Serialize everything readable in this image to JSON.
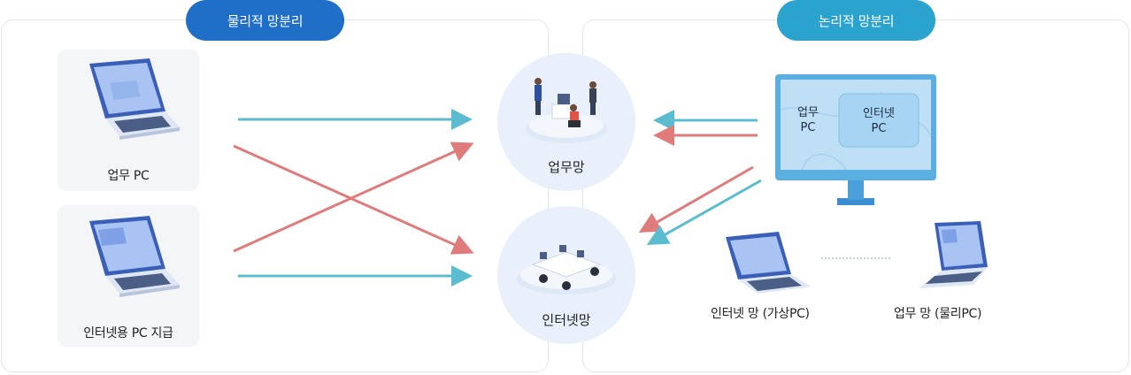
{
  "left_panel": {
    "header": "물리적 망분리",
    "cards": [
      {
        "label": "업무 PC",
        "icon": "laptop-icon"
      },
      {
        "label": "인터넷용 PC 지급",
        "icon": "laptop-icon"
      }
    ]
  },
  "networks": {
    "work": {
      "label": "업무망",
      "icon": "office-people-icon"
    },
    "internet": {
      "label": "인터넷망",
      "icon": "office-desks-icon"
    }
  },
  "right_panel": {
    "header": "논리적 망분리",
    "monitor": {
      "left_text": [
        "업무",
        "PC"
      ],
      "right_text": [
        "인터넷",
        "PC"
      ]
    },
    "laptops": [
      {
        "label": "인터넷 망 (가상PC)",
        "icon": "laptop-icon"
      },
      {
        "label": "업무 망 (물리PC)",
        "icon": "laptop-icon"
      }
    ]
  },
  "colors": {
    "header_left": "#1f6fc9",
    "header_right": "#2ba3cf",
    "arrow_teal": "#5bbccf",
    "arrow_red": "#e07b7b",
    "circle_bg": "#e9f0fb",
    "card_bg": "#f4f5f7"
  }
}
